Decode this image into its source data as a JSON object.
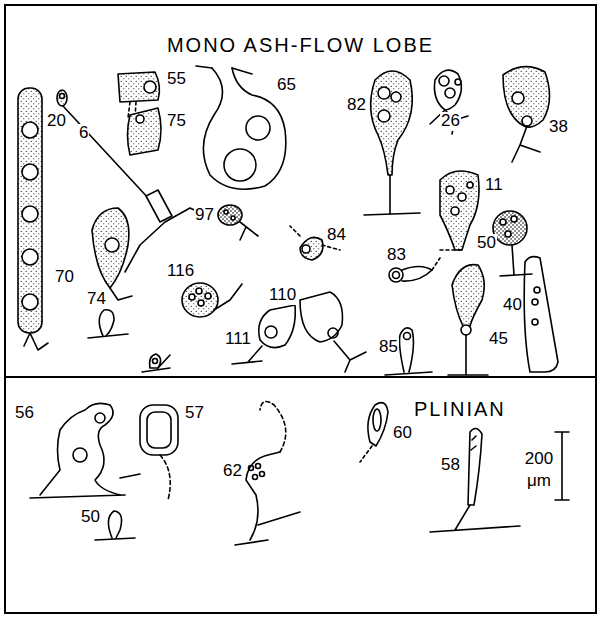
{
  "diagram": {
    "nodes": [
      {
        "text": [
          "MONO ASH-FLOW LOBE"
        ]
      },
      {
        "text": [
          "PLINIAN"
        ]
      }
    ],
    "labels": [
      "20",
      "6",
      "55",
      "75",
      "65",
      "82",
      "26",
      "38",
      "97",
      "84",
      "11",
      "50",
      "70",
      "116",
      "83",
      "74",
      "111",
      "110",
      "85",
      "45",
      "40",
      "56",
      "57",
      "50",
      "62",
      "60",
      "58",
      "200 μm"
    ]
  }
}
